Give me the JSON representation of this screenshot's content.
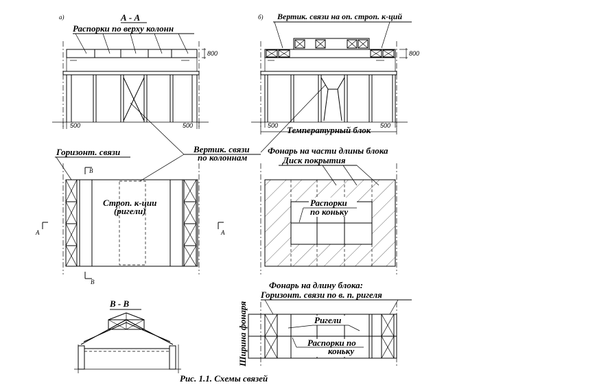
{
  "panel_a": {
    "letter": "a)",
    "section_title": "А - А",
    "struts_label": "Распорки по верху колонн",
    "dim_height": "800",
    "dim_left": "500",
    "dim_right": "500"
  },
  "panel_b": {
    "letter": "б)",
    "vert_bracing_label": "Вертик. связи на оп. строп. к-ций",
    "dim_height": "800",
    "dim_left": "500",
    "dim_right": "500",
    "temperature_block": "Температурный блок"
  },
  "shared": {
    "vert_columns_line1": "Вертик. связи",
    "vert_columns_line2": "по колоннам"
  },
  "plan_left": {
    "horiz_bracing": "Горизонт. связи",
    "trusses_line1": "Строп. к-ции",
    "trusses_line2": "(ригели)",
    "section_b_top": "B",
    "section_b_bottom": "B",
    "section_a_left": "A",
    "section_a_right": "A"
  },
  "plan_right_top": {
    "lantern_partial": "Фонарь на части длины блока",
    "roof_disk": "Диск покрытия",
    "ridge_line1": "Распорки",
    "ridge_line2": "по коньку"
  },
  "section_bb": {
    "title": "B - B"
  },
  "plan_right_bottom": {
    "lantern_full": "Фонарь на длину блока:",
    "horiz_upper_chord": "Горизонт. связи по в. п. ригеля",
    "girders": "Ригели",
    "ridge_line1": "Распорки по",
    "ridge_line2": "коньку",
    "lantern_width": "Ширина фонаря"
  },
  "caption": "Рис. 1.1.  Схемы связей"
}
